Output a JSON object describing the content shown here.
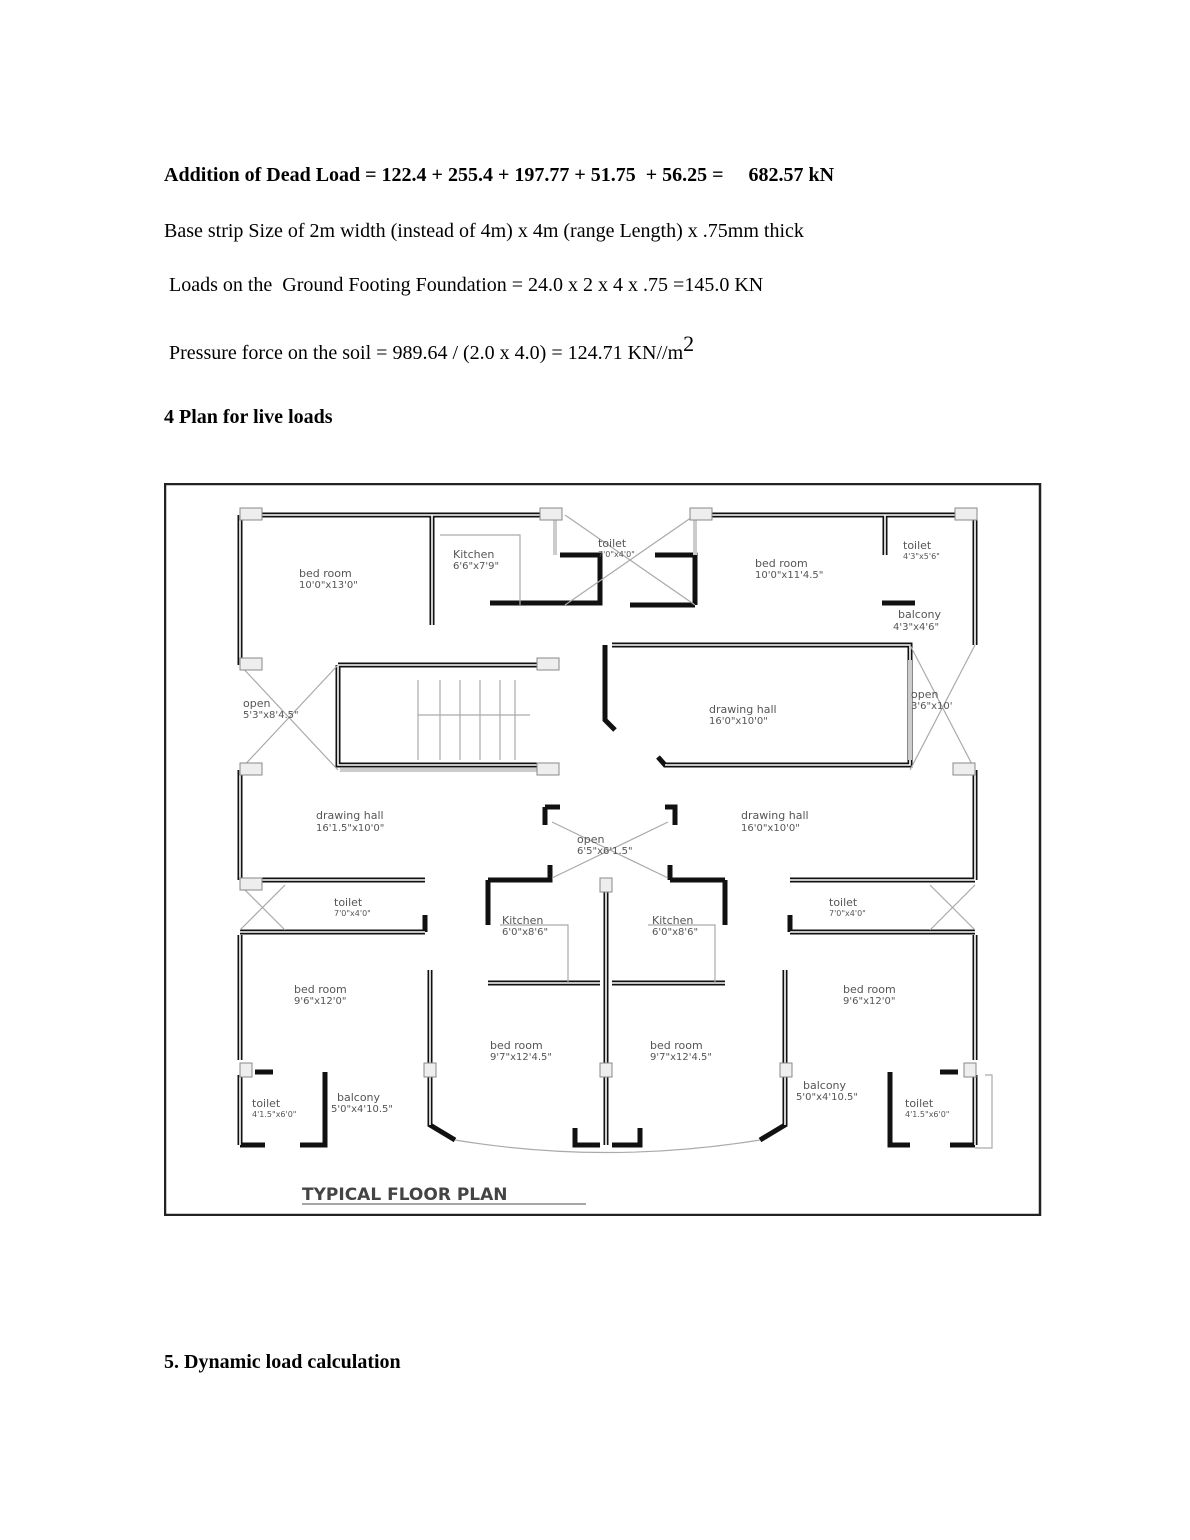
{
  "text": {
    "dead_load": "Addition of Dead Load = 122.4 + 255.4 + 197.77 + 51.75  + 56.25 =     682.57 kN",
    "base_strip": "Base strip Size of 2m width (instead of 4m) x 4m (range Length) x .75mm thick",
    "footing": " Loads on the  Ground Footing Foundation = 24.0 x 2 x 4 x .75 =145.0 KN",
    "pressure": " Pressure force on the soil = 989.64 / (2.0 x 4.0) = 124.71 KN//m",
    "pressure_sup": "2",
    "heading_4": "4 Plan for live loads",
    "heading_5": "5. Dynamic load calculation"
  },
  "plan": {
    "title": "TYPICAL FLOOR PLAN",
    "rooms": [
      {
        "name": "bed room",
        "size": "10'0\"x13'0\""
      },
      {
        "name": "Kitchen",
        "size": "6'6\"x7'9\""
      },
      {
        "name": "toilet",
        "size": "7'0\"x4'0\""
      },
      {
        "name": "bed room",
        "size": "10'0\"x11'4.5\""
      },
      {
        "name": "toilet",
        "size": "4'3\"x5'6\""
      },
      {
        "name": "balcony",
        "size": "4'3\"x4'6\""
      },
      {
        "name": "open",
        "size": "5'3\"x8'4.5\""
      },
      {
        "name": "drawing hall",
        "size": "16'0\"x10'0\""
      },
      {
        "name": "open",
        "size": "3'6\"x10'"
      },
      {
        "name": "drawing hall",
        "size": "16'1.5\"x10'0\""
      },
      {
        "name": "drawing hall",
        "size": "16'0\"x10'0\""
      },
      {
        "name": "open",
        "size": "6'5\"x6'1.5\""
      },
      {
        "name": "toilet",
        "size": "7'0\"x4'0\""
      },
      {
        "name": "Kitchen",
        "size": "6'0\"x8'6\""
      },
      {
        "name": "Kitchen",
        "size": "6'0\"x8'6\""
      },
      {
        "name": "toilet",
        "size": "7'0\"x4'0\""
      },
      {
        "name": "bed room",
        "size": "9'6\"x12'0\""
      },
      {
        "name": "bed room",
        "size": "9'6\"x12'0\""
      },
      {
        "name": "bed room",
        "size": "9'7\"x12'4.5\""
      },
      {
        "name": "bed room",
        "size": "9'7\"x12'4.5\""
      },
      {
        "name": "balcony",
        "size": "5'0\"x4'10.5\""
      },
      {
        "name": "balcony",
        "size": "5'0\"x4'10.5\""
      },
      {
        "name": "toilet",
        "size": "4'1.5\"x6'0\""
      },
      {
        "name": "toilet",
        "size": "4'1.5\"x6'0\""
      }
    ]
  }
}
